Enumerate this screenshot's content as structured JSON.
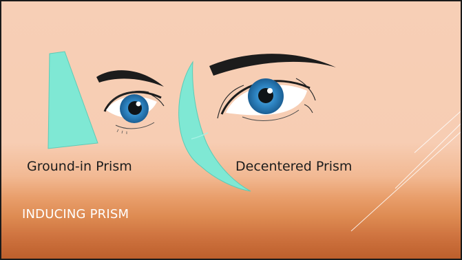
{
  "slide": {
    "title": "INDUCING PRISM",
    "labels": {
      "ground_in": "Ground-in Prism",
      "decentered": "Decentered Prism"
    }
  },
  "colors": {
    "background_top": "#f7cfb6",
    "background_bottom": "#bd5f2c",
    "prism_fill": "#7fe8d4",
    "iris": "#2f86c4",
    "eyebrow": "#1c1c1c",
    "title_text": "#ffffff"
  },
  "icons": {
    "left_eye": "left-eye-illustration",
    "right_eye": "right-eye-illustration",
    "ground_in_prism": "triangular-prism-shape",
    "decentered_prism": "curved-lens-shape"
  }
}
